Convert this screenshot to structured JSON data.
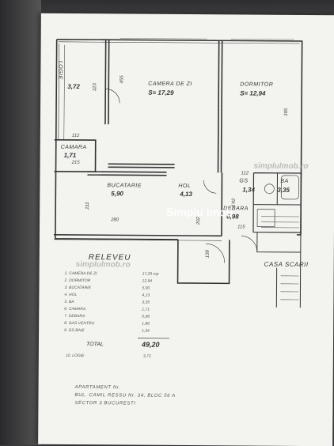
{
  "rooms": {
    "logie": {
      "name": "LOGIE",
      "area": "3,72"
    },
    "camera_zi": {
      "name": "CAMERA DE ZI",
      "area": "S= 17,29"
    },
    "dormitor": {
      "name": "DORMITOR",
      "area": "S= 12,94"
    },
    "camara": {
      "name": "CAMARA",
      "area": "1,71"
    },
    "bucatarie": {
      "name": "BUCATARIE",
      "area": "5,90"
    },
    "hol": {
      "name": "HOL",
      "area": "4,13"
    },
    "ba": {
      "name": "BA",
      "area": "3,35"
    },
    "gs": {
      "name": "GS",
      "area": "1,34"
    },
    "debara": {
      "name": "DEBARA",
      "area": "0,98"
    },
    "casa_scarii": {
      "name": "CASA SCARII"
    }
  },
  "dimensions": {
    "d1": "323",
    "d2": "455",
    "d3": "395",
    "d4": "112",
    "d5": "211",
    "d6": "280",
    "d7": "202",
    "d8": "112",
    "d9": "115",
    "d10": "138",
    "d11": "1'42",
    "d12": "215"
  },
  "watermarks": {
    "top": "simplulmob.ro",
    "mid": "Simplu Imob",
    "legend": "simplulmob.ro"
  },
  "legend": {
    "title": "RELEVEU",
    "rows": [
      {
        "label": "1. CAMERA DE ZI",
        "value": "17,29 mp"
      },
      {
        "label": "2. DORMITOR",
        "value": "12,94"
      },
      {
        "label": "3. BUCATARIE",
        "value": "5,90"
      },
      {
        "label": "4. HOL",
        "value": "4,13"
      },
      {
        "label": "5. BA",
        "value": "3,35"
      },
      {
        "label": "6. CAMARA",
        "value": "1,71"
      },
      {
        "label": "7. DEBARA",
        "value": "0,98"
      },
      {
        "label": "8. GAS VENTRU",
        "value": "1,86"
      },
      {
        "label": "9. GS BAIE",
        "value": "1,34"
      }
    ],
    "total_label": "TOTAL",
    "total_value": "49,20",
    "logie_label": "10. LOGIE",
    "logie_value": "3,72"
  },
  "address": {
    "line1": "APARTAMENT Nr.",
    "line2": "BUL. CAMIL RESSU Nr. 34, BLOC 56 A",
    "line3": "SECTOR 3 BUCURESTI"
  }
}
